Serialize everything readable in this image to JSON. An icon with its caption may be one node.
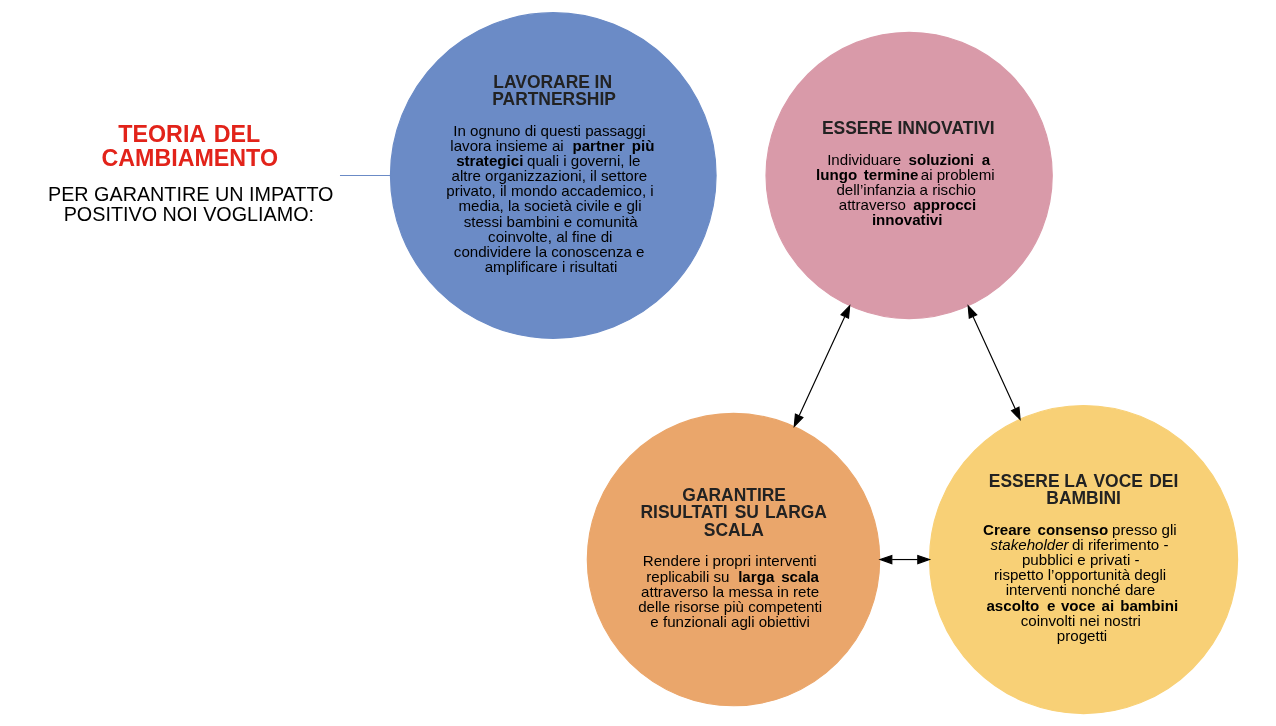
{
  "diagram": {
    "nodes": [
      {
        "text": [
          "TEORIA DEL CAMBIAMENTO",
          "PER GARANTIRE UN IMPATTO POSITIVO NOI VOGLIAMO:"
        ]
      },
      {
        "text": [
          "ESSERE INNOVATIVI",
          "Individuare **soluzioni a lungo termine** ai problemi dell’infanzia a rischio attraverso **approcci innovativi**"
        ]
      },
      {
        "text": [
          "LAVORARE IN PARTNERSHIP",
          "In ognuno di questi passaggi lavora insieme ai **partner più strategici** quali i governi, le altre organizzazioni, il settore privato, il mondo accademico, i media, la società civile e gli stessi bambini e comunità coinvolte, al fine di condividere la conoscenza e amplificare i risultati"
        ]
      },
      {
        "text": [
          "GARANTIRE RISULTATI SU LARGA SCALA",
          "Rendere i propri interventi replicabili su **larga scala** attraverso la messa in rete delle risorse più competenti e funzionali agli obiettivi"
        ]
      },
      {
        "text": [
          "ESSERE LA VOCE DEI BAMBINI",
          "**Creare consenso** presso gli *stakeholder* di riferimento - pubblici e privati - rispetto l’opportunità degli interventi nonché dare **ascolto e voce ai bambini** coinvolti nei nostri progetti"
        ]
      }
    ],
    "edges": [
      {
        "from": 0,
        "to": 2,
        "arrow": "none",
        "color": "#6b8bc6"
      },
      {
        "from": 1,
        "to": 3,
        "arrow": "both"
      },
      {
        "from": 1,
        "to": 4,
        "arrow": "both"
      },
      {
        "from": 3,
        "to": 4,
        "arrow": "both"
      }
    ]
  }
}
